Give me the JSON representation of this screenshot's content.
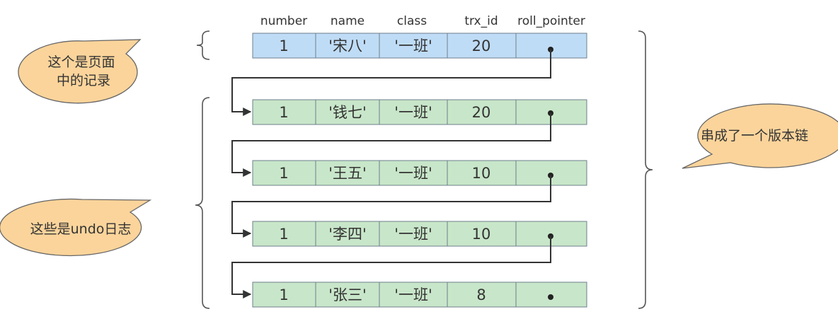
{
  "columns": [
    "number",
    "name",
    "class",
    "trx_id",
    "roll_pointer"
  ],
  "page_record": {
    "number": "1",
    "name": "'宋八'",
    "class": "'一班'",
    "trx_id": "20"
  },
  "undo_logs": [
    {
      "number": "1",
      "name": "'钱七'",
      "class": "'一班'",
      "trx_id": "20"
    },
    {
      "number": "1",
      "name": "'王五'",
      "class": "'一班'",
      "trx_id": "10"
    },
    {
      "number": "1",
      "name": "'李四'",
      "class": "'一班'",
      "trx_id": "10"
    },
    {
      "number": "1",
      "name": "'张三'",
      "class": "'一班'",
      "trx_id": "8"
    }
  ],
  "callouts": {
    "page_record": [
      "这个是页面",
      "中的记录"
    ],
    "undo_logs": "这些是undo日志",
    "version_chain": "串成了一个版本链"
  },
  "colors": {
    "page_row": "#bfdcf6",
    "undo_row": "#c8e6c9",
    "callout": "#fbd49b"
  }
}
